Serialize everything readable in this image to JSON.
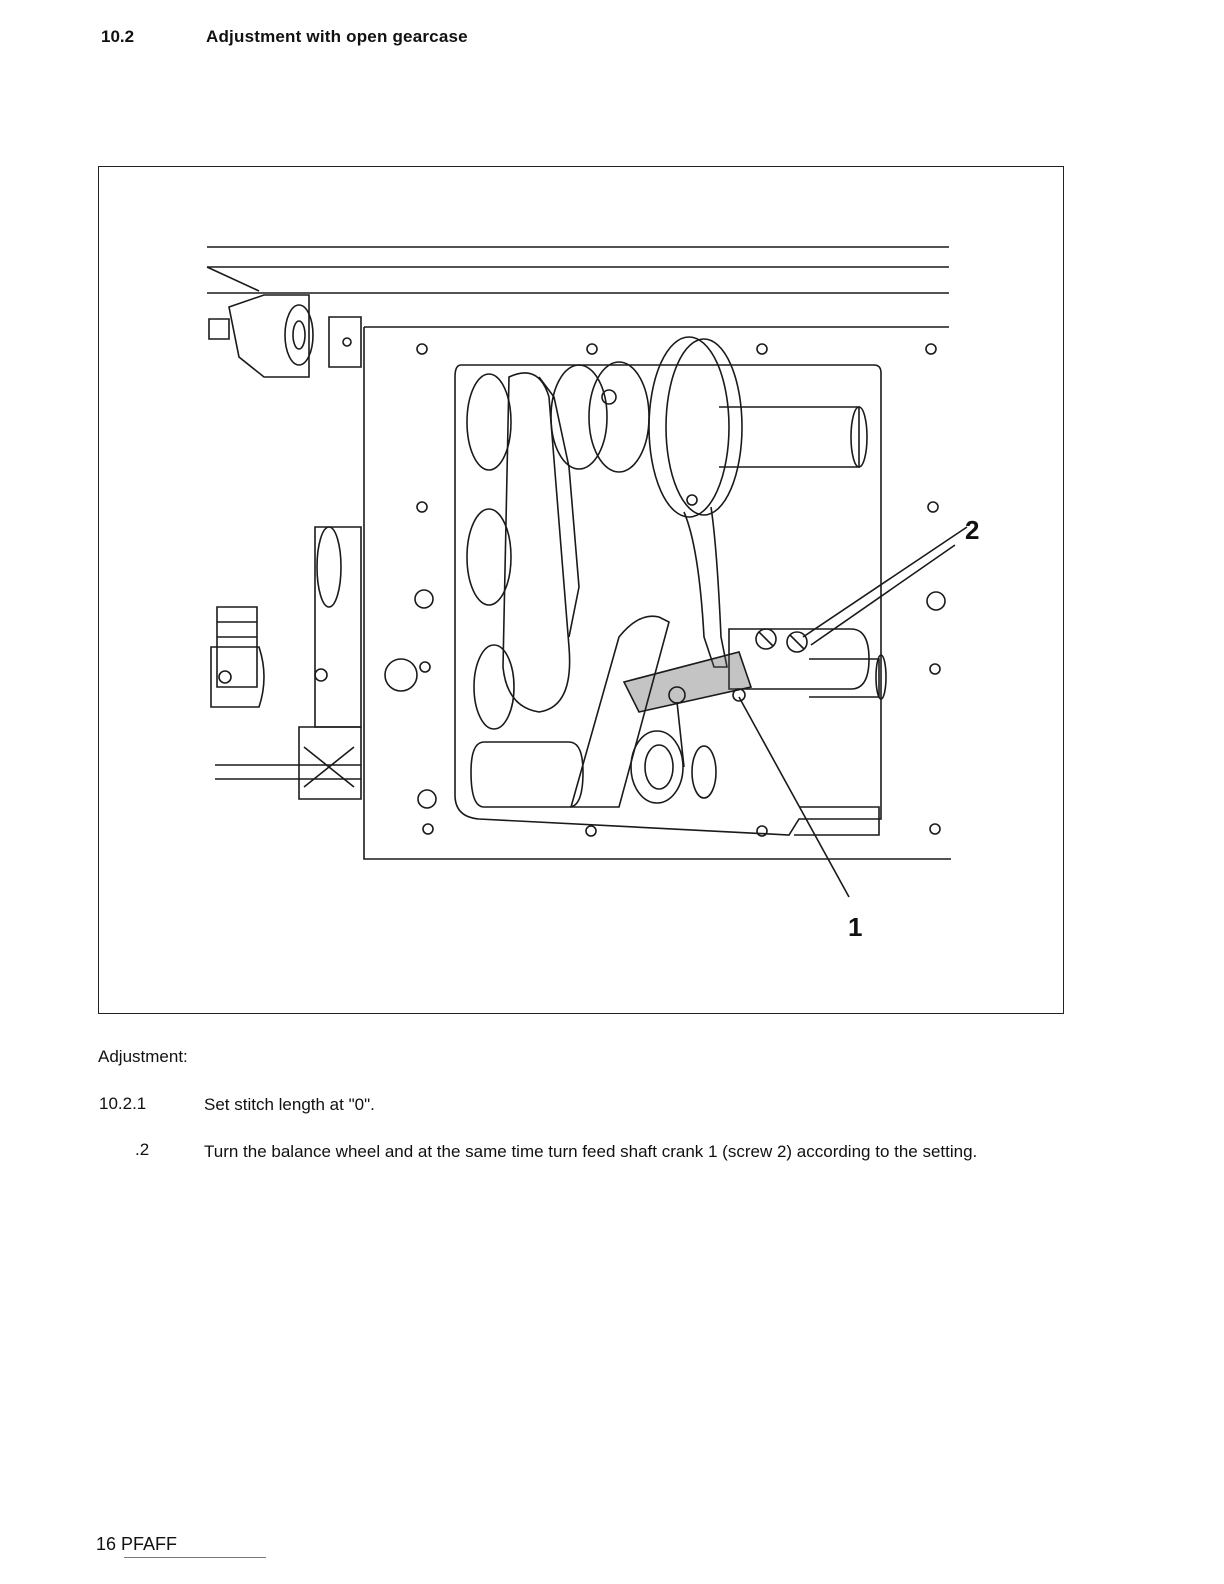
{
  "header": {
    "section_number": "10.2",
    "section_title": "Adjustment with open gearcase"
  },
  "figure": {
    "callouts": [
      "1",
      "2"
    ]
  },
  "body": {
    "heading": "Adjustment:",
    "steps": [
      {
        "number": "10.2.1",
        "text": "Set stitch length at \"0\"."
      },
      {
        "number": ".2",
        "text": "Turn the balance wheel and at the same time turn feed shaft crank 1 (screw 2) according to the setting."
      }
    ]
  },
  "footer": {
    "page_label": "16  PFAFF"
  }
}
